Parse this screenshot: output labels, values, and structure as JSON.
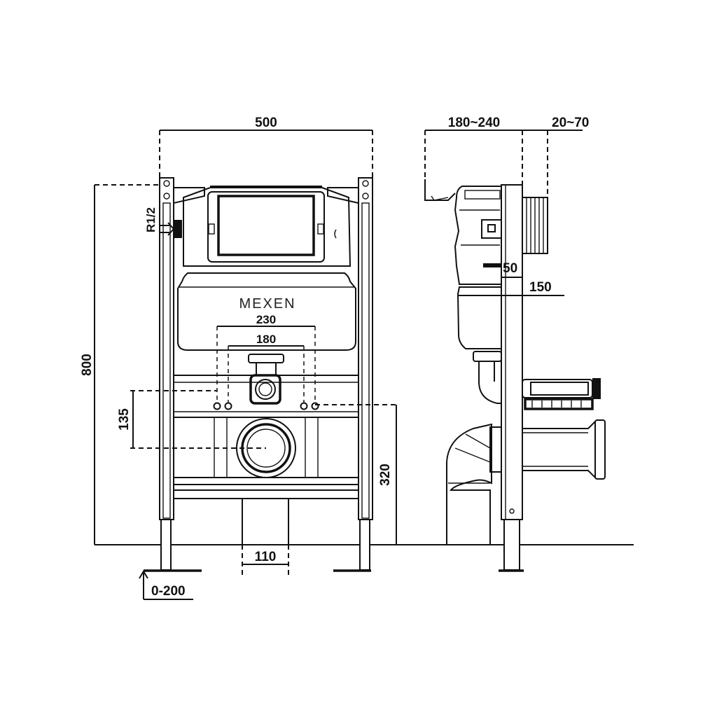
{
  "brand": {
    "logo_text": "MEXEN"
  },
  "dimensions": {
    "frame_width": "500",
    "frame_height": "800",
    "flush_spacing_outer": "230",
    "flush_spacing_inner": "180",
    "bolt_spacing_vertical": "135",
    "drain_height": "320",
    "drain_width": "110",
    "leg_adjust": "0-200",
    "depth_range": "180~240",
    "wall_range": "20~70",
    "side_offset": "50",
    "side_depth": "150",
    "inlet_thread": "R1/2"
  },
  "colors": {
    "line": "#111111",
    "background": "#ffffff"
  }
}
